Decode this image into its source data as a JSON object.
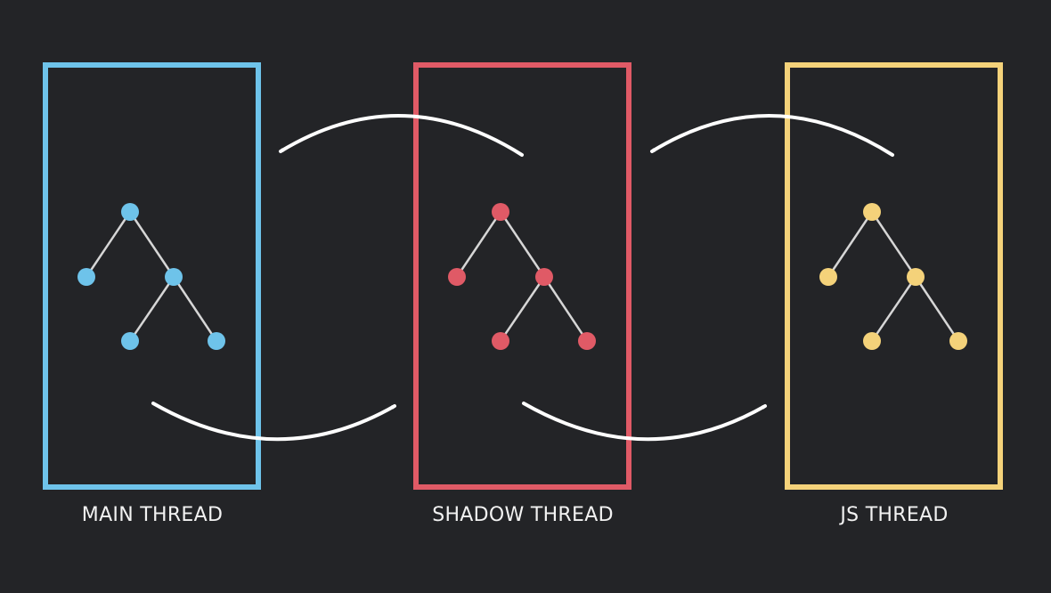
{
  "threads": [
    {
      "id": "main",
      "label": "MAIN THREAD",
      "color": "#6ec3ea"
    },
    {
      "id": "shadow",
      "label": "SHADOW THREAD",
      "color": "#e05a66"
    },
    {
      "id": "js",
      "label": "JS THREAD",
      "color": "#f4d27a"
    }
  ],
  "tree": {
    "nodes": [
      "root",
      "left",
      "right",
      "right-left",
      "right-right"
    ],
    "edges": [
      [
        "root",
        "left"
      ],
      [
        "root",
        "right"
      ],
      [
        "right",
        "right-left"
      ],
      [
        "right",
        "right-right"
      ]
    ]
  },
  "colors": {
    "background": "#232427",
    "arrow": "#ffffff",
    "edge": "#d6d6d6",
    "label": "#f2f2f2"
  },
  "arrows": [
    {
      "from": "main",
      "to": "shadow",
      "direction": "forward"
    },
    {
      "from": "shadow",
      "to": "js",
      "direction": "forward"
    },
    {
      "from": "js",
      "to": "shadow",
      "direction": "back"
    },
    {
      "from": "shadow",
      "to": "main",
      "direction": "back"
    }
  ]
}
